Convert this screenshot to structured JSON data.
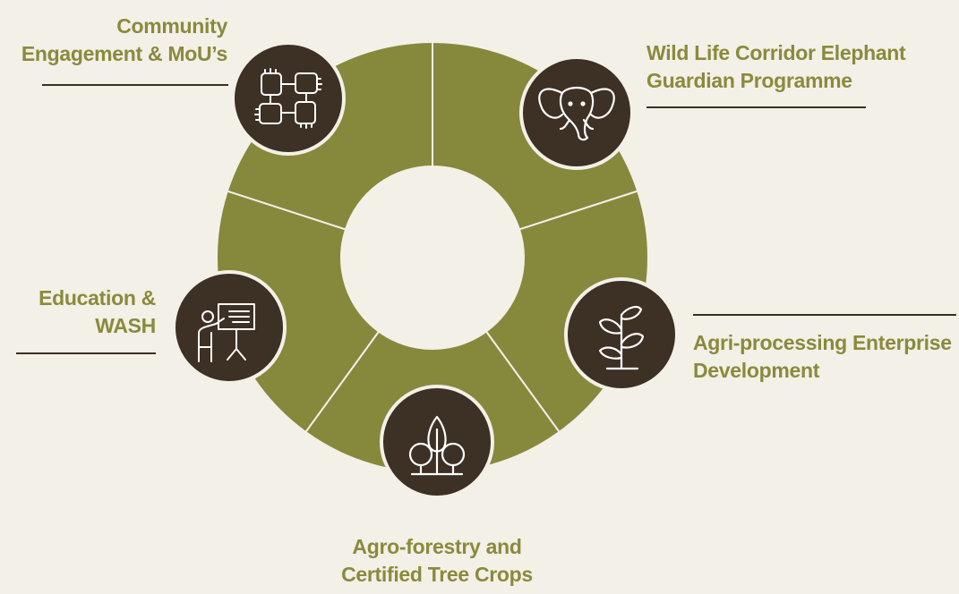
{
  "diagram": {
    "colors": {
      "background": "#f3f0e8",
      "ring": "#86893c",
      "center": "#f3f0e8",
      "icon_circle": "#3d3024",
      "icon_stroke": "#ffffff",
      "label": "#8a8a3b",
      "rule": "#3a2e22"
    },
    "segments": [
      {
        "id": "community",
        "icon": "handshake-hands-icon",
        "label_lines": [
          "Community",
          "Engagement & MoU’s"
        ]
      },
      {
        "id": "wildlife",
        "icon": "elephant-icon",
        "label_lines": [
          "Wild Life Corridor Elephant",
          "Guardian Programme"
        ]
      },
      {
        "id": "agri",
        "icon": "plant-sprout-icon",
        "label_lines": [
          "Agri-processing Enterprise",
          "Development"
        ]
      },
      {
        "id": "agroforestry",
        "icon": "trees-icon",
        "label_lines": [
          "Agro-forestry and",
          "Certified Tree Crops"
        ]
      },
      {
        "id": "education",
        "icon": "teacher-presentation-icon",
        "label_lines": [
          "Education &",
          "WASH"
        ]
      }
    ]
  }
}
